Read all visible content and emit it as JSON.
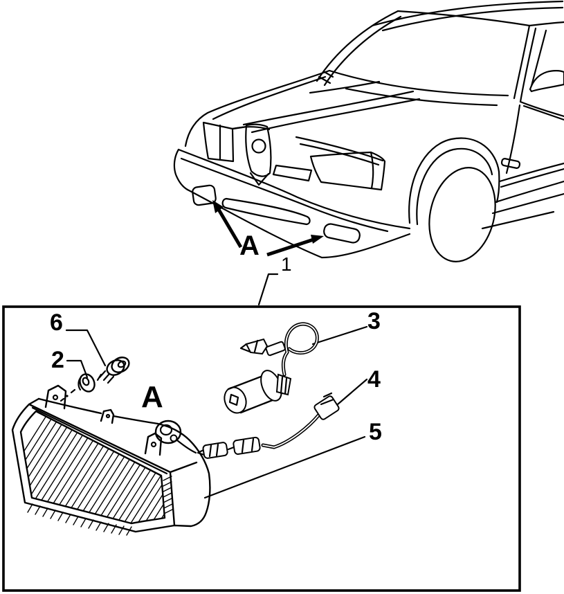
{
  "figure": {
    "type": "exploded-parts-diagram",
    "subject": "front fog lamp assembly on car front bumper",
    "colors": {
      "ink": "#000000",
      "paper": "#ffffff",
      "box_border": "#000000"
    },
    "overview": {
      "location_label": "A",
      "assembly_callout": "1"
    },
    "detail_box": {
      "location_label": "A",
      "callouts": [
        "6",
        "2",
        "3",
        "4",
        "5"
      ]
    }
  }
}
